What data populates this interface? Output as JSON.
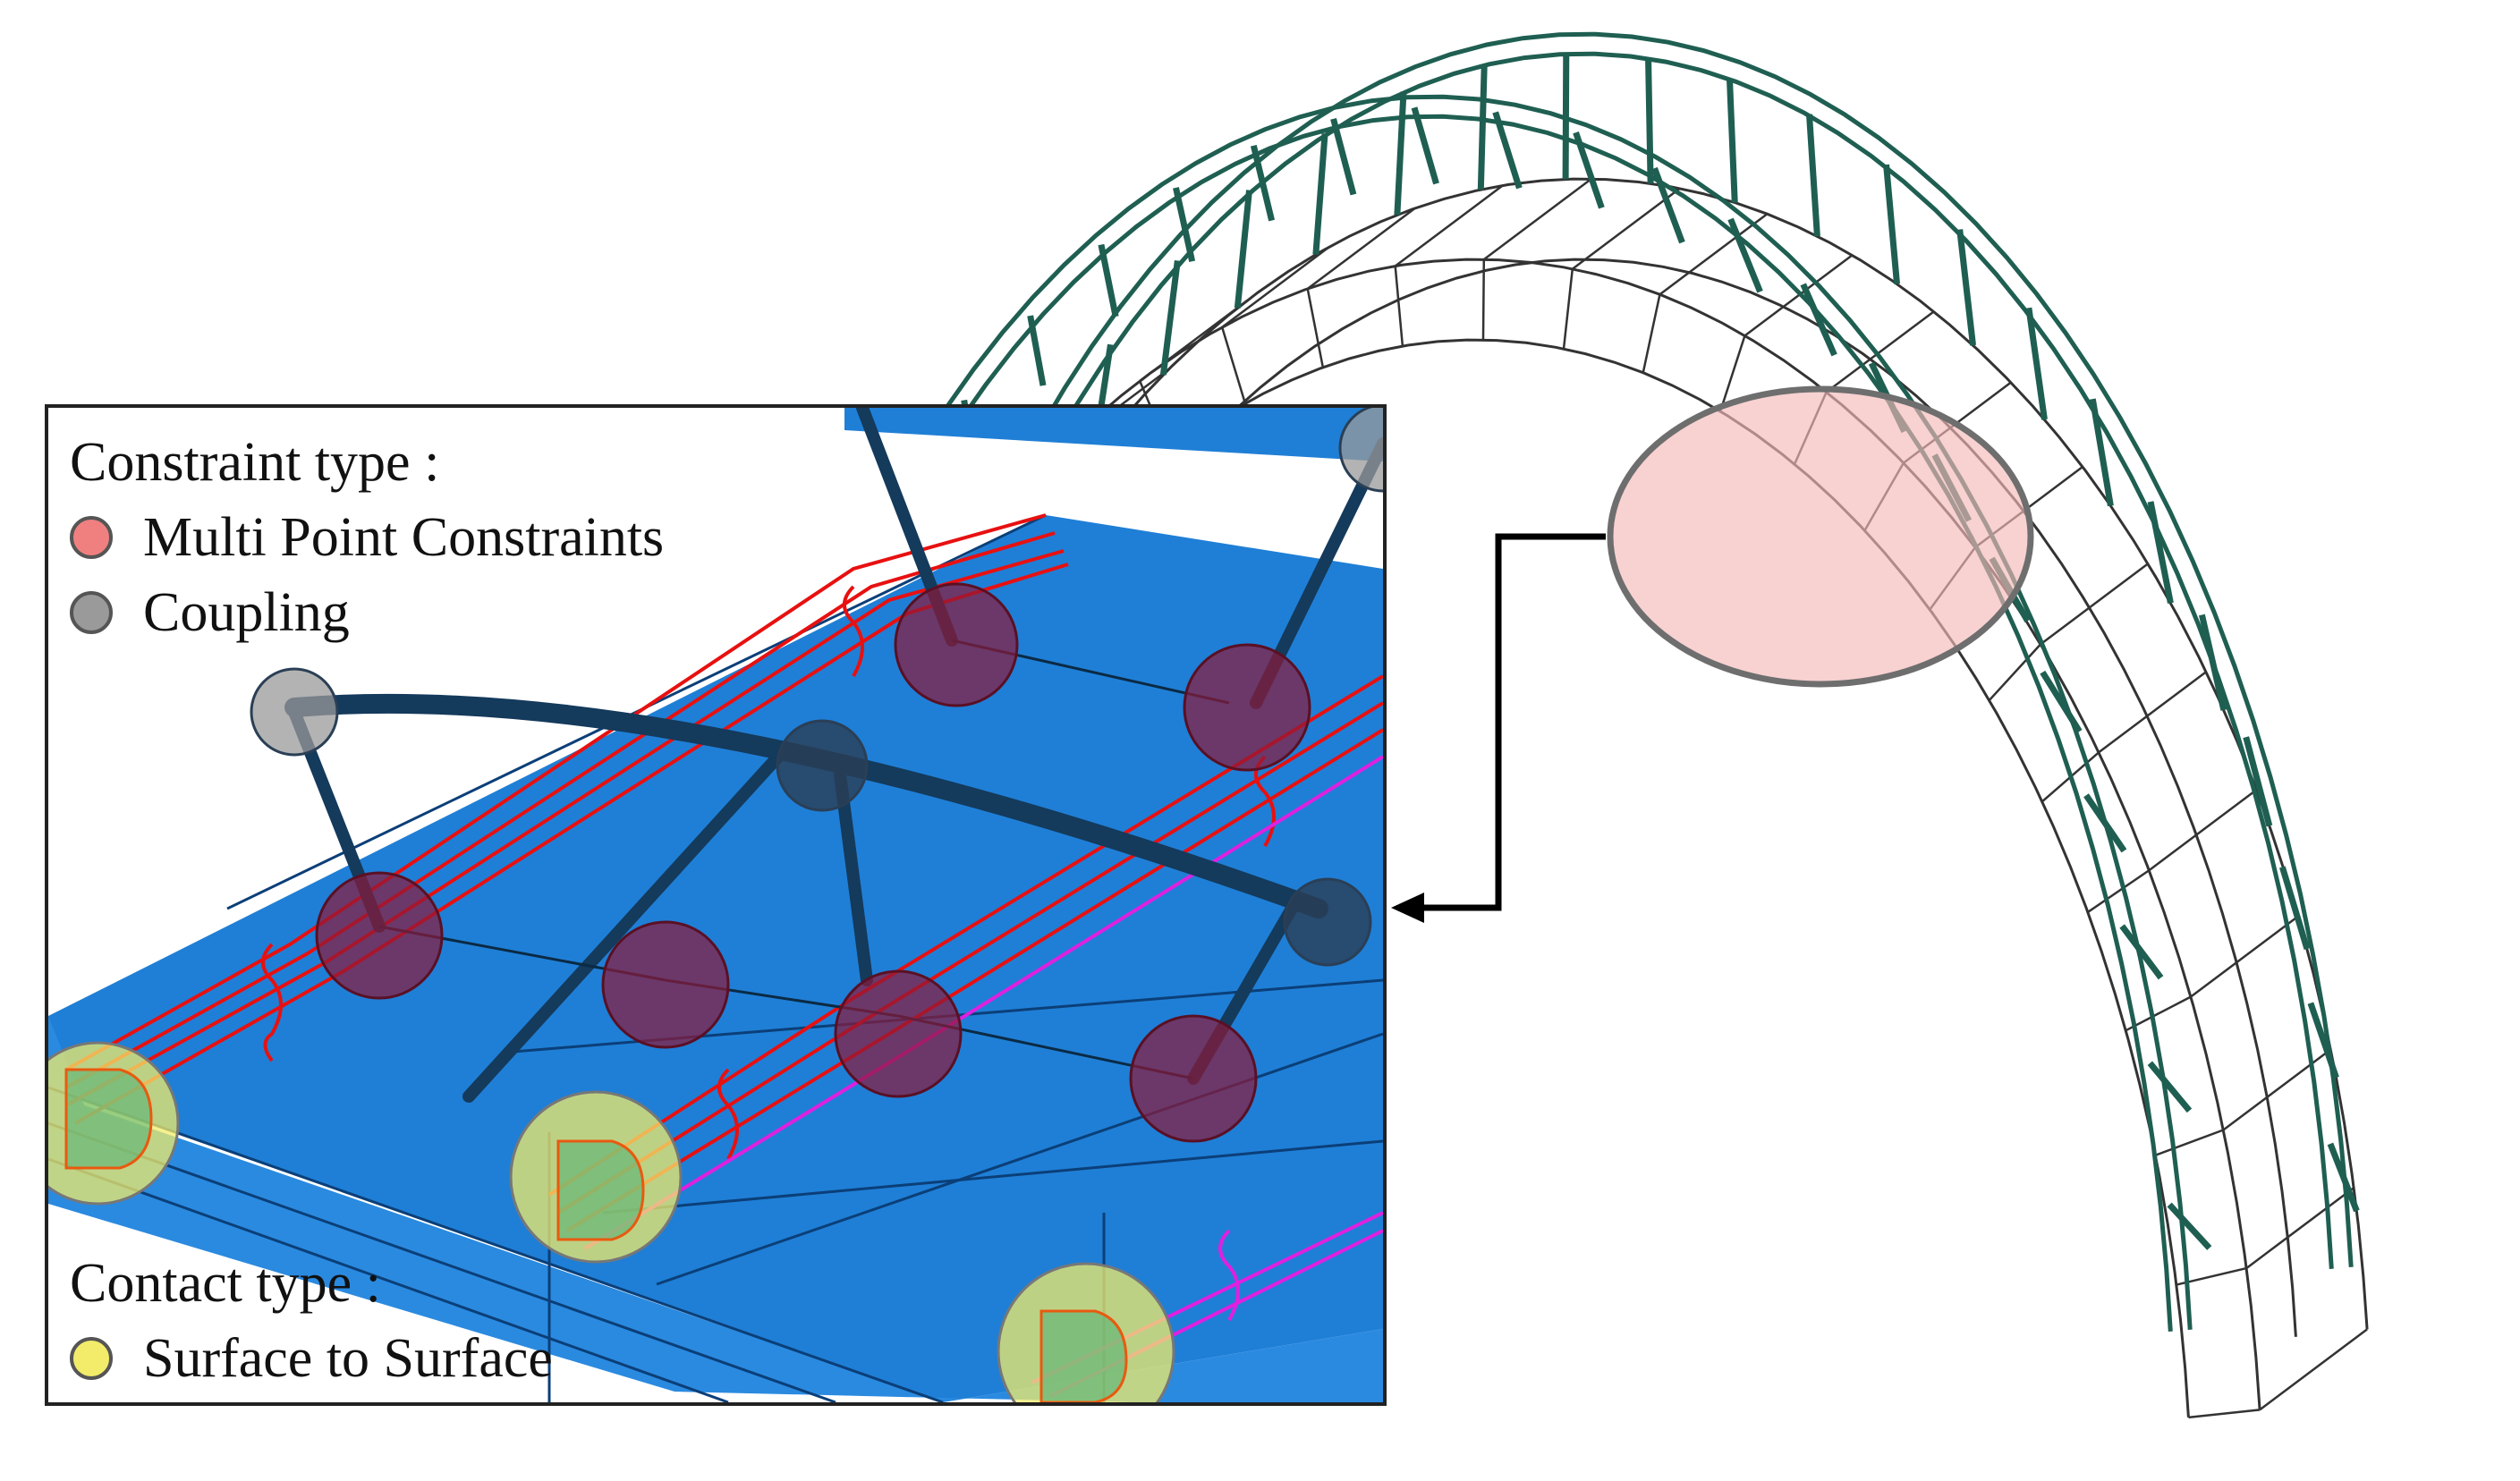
{
  "legend": {
    "constraint": {
      "heading": "Constraint type :",
      "items": [
        {
          "label": "Multi Point Constraints",
          "color": "#f08080"
        },
        {
          "label": "Coupling",
          "color": "#9a9a9a"
        }
      ]
    },
    "contact": {
      "heading": "Contact type :",
      "items": [
        {
          "label": "Surface to Surface",
          "color": "#f3ec6a"
        }
      ]
    }
  },
  "colors": {
    "arch_rib": "#1f5f52",
    "segment_line": "#333333",
    "panel_blue": "#1f7fd6",
    "panel_blue_dark": "#1565b8",
    "constraint_line": "#e81010",
    "contact_line": "#e020e0",
    "beam": "#143a5c",
    "mpc_marker": "#8b1a3a",
    "coupling_marker": "#2a3f56",
    "contact_marker": "#e8e36a",
    "highlight": "#f4b8b8"
  }
}
